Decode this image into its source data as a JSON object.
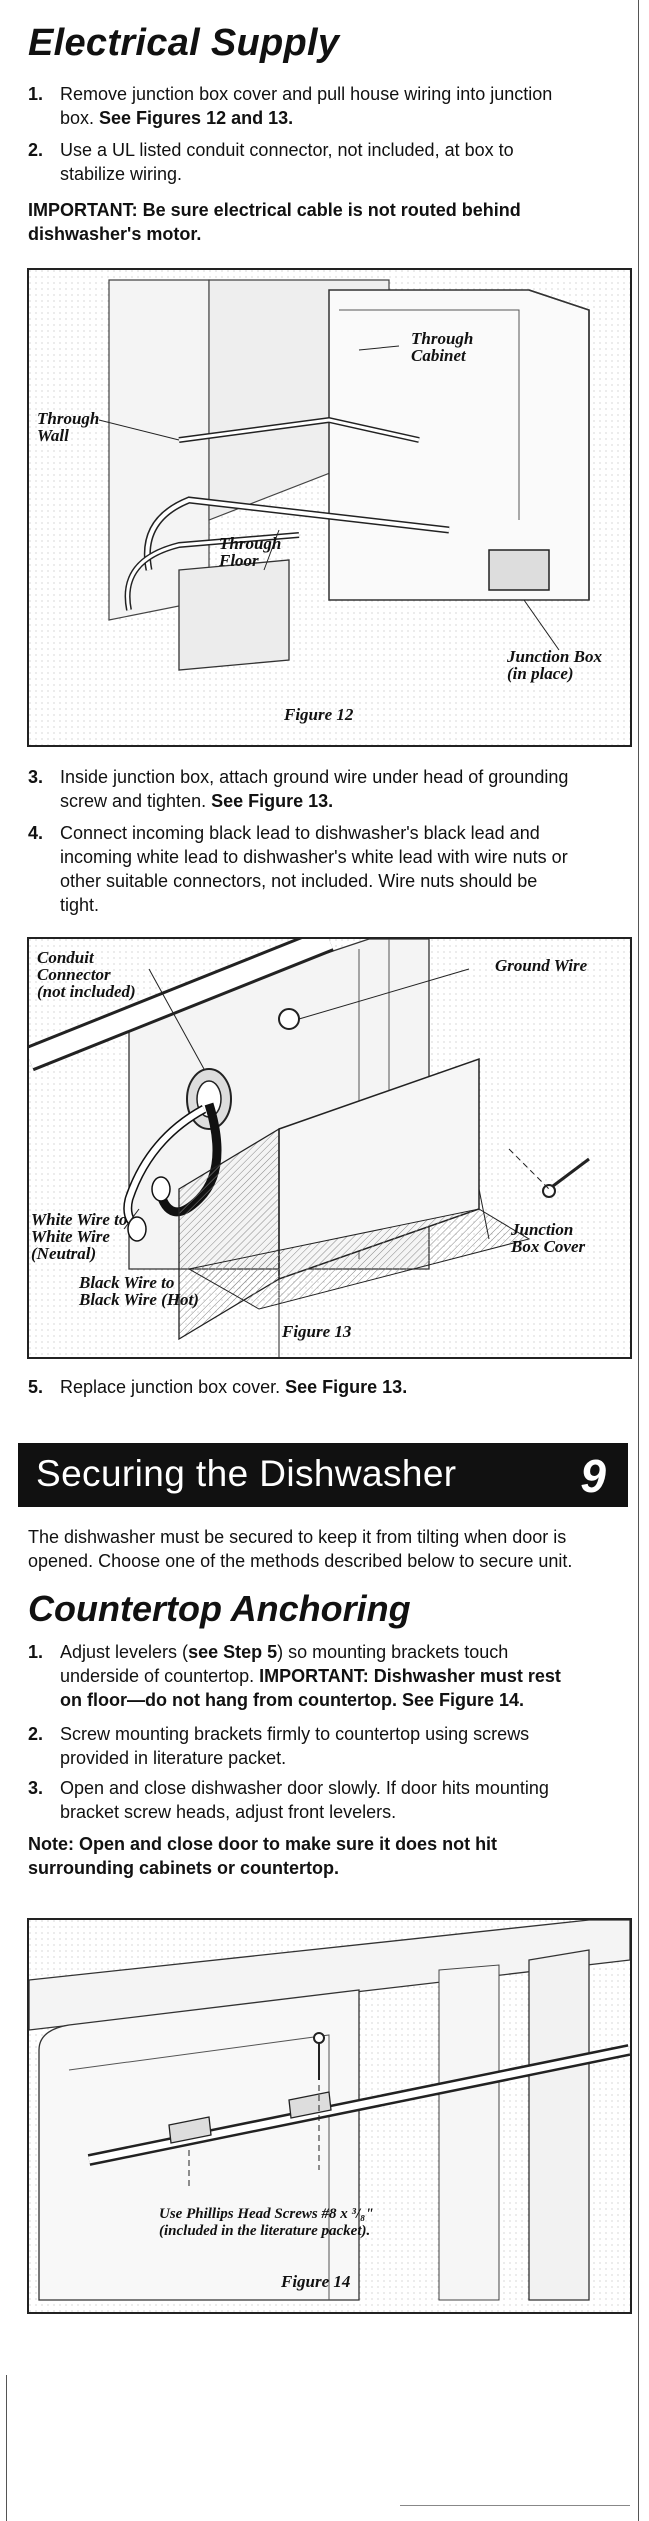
{
  "electrical": {
    "heading": "Electrical Supply",
    "steps": [
      {
        "num": "1.",
        "line1": "Remove junction box cover and pull house wiring into junction",
        "line2a": "box. ",
        "line2b": "See Figures 12 and 13."
      },
      {
        "num": "2.",
        "line1": "Use a UL listed conduit connector, not included, at box to",
        "line2": "stabilize wiring."
      }
    ],
    "important_line1": "IMPORTANT:  Be sure electrical cable is not routed behind",
    "important_line2": "dishwasher's motor."
  },
  "figure12": {
    "caption": "Figure 12",
    "labels": {
      "through_cabinet_1": "Through",
      "through_cabinet_2": "Cabinet",
      "through_wall_1": "Through",
      "through_wall_2": "Wall",
      "through_floor_1": "Through",
      "through_floor_2": "Floor",
      "junction_box_1": "Junction Box",
      "junction_box_2": "(in place)"
    }
  },
  "steps_mid": [
    {
      "num": "3.",
      "line1": "Inside junction box, attach ground wire under head of grounding",
      "line2a": "screw and tighten. ",
      "line2b": "See Figure 13."
    },
    {
      "num": "4.",
      "line1": "Connect incoming black lead to dishwasher's black lead and",
      "line2": "incoming white lead to dishwasher's white lead with wire nuts or",
      "line3": "other suitable connectors, not included. Wire nuts should be",
      "line4": "tight."
    }
  ],
  "figure13": {
    "caption": "Figure 13",
    "labels": {
      "conduit_1": "Conduit",
      "conduit_2": "Connector",
      "conduit_3": "(not included)",
      "ground_wire": "Ground Wire",
      "white_1": "White Wire to",
      "white_2": "White Wire",
      "white_3": "(Neutral)",
      "black_1": "Black Wire to",
      "black_2": "Black Wire  (Hot)",
      "jbc_1": "Junction",
      "jbc_2": "Box Cover"
    }
  },
  "step5": {
    "num": "5.",
    "text_a": "Replace junction box cover. ",
    "text_b": "See Figure 13."
  },
  "banner": {
    "title": "Securing the Dishwasher",
    "number": "9"
  },
  "securing_para": {
    "line1": "The dishwasher must be secured to keep it from tilting when door is",
    "line2": "opened. Choose one of the methods described below to secure unit."
  },
  "countertop": {
    "heading": "Countertop Anchoring",
    "step1": {
      "num": "1.",
      "l1a": "Adjust levelers (",
      "l1b": "see Step 5",
      "l1c": ")  so mounting brackets touch",
      "l2a": "underside of countertop. ",
      "l2b": "IMPORTANT: Dishwasher must rest",
      "l3": "on floor—do not hang from countertop. See Figure 14."
    },
    "step2": {
      "num": "2.",
      "line1": "Screw mounting brackets firmly to countertop using screws",
      "line2": "provided in literature packet."
    },
    "step3": {
      "num": "3.",
      "line1": "Open and close dishwasher door slowly. If door hits mounting",
      "line2": "bracket screw heads, adjust front levelers."
    },
    "note_line1": "Note:  Open and close door to make sure it does not hit",
    "note_line2": "surrounding cabinets or countertop."
  },
  "figure14": {
    "caption": "Figure 14",
    "label_1": "Use Phillips Head Screws #8 x ³/₈\"",
    "label_2": "(included in the literature packet)."
  }
}
